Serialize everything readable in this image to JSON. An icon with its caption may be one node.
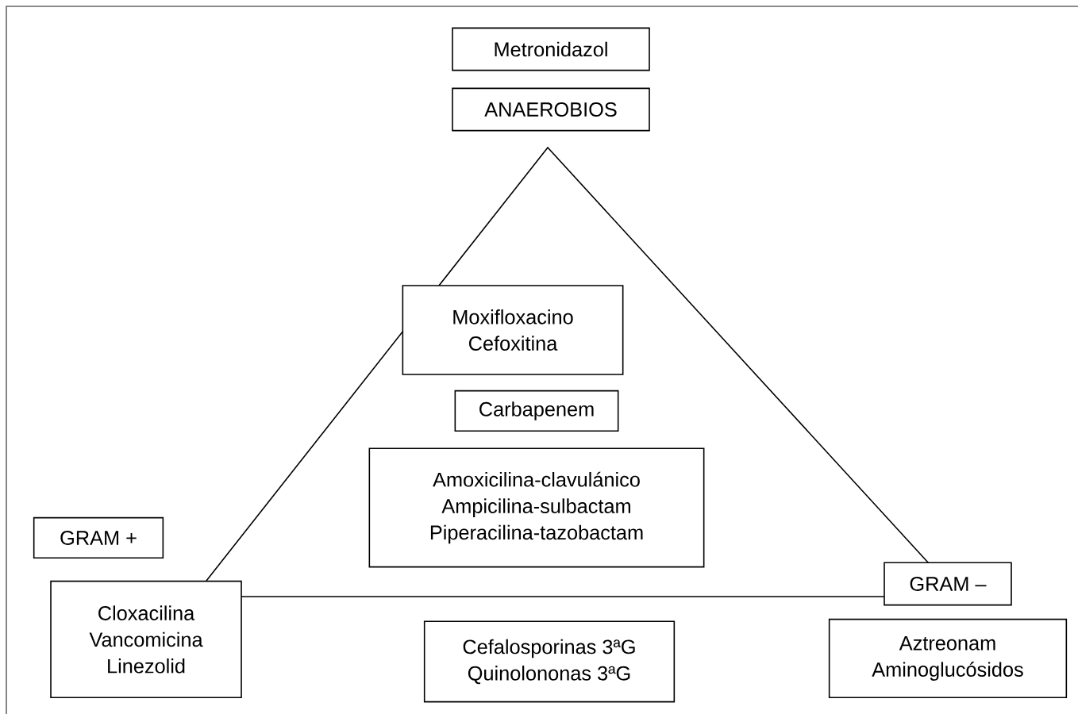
{
  "diagram": {
    "nodes": [
      {
        "text": [
          "Metronidazol"
        ]
      },
      {
        "text": [
          "ANAEROBIOS"
        ]
      },
      {
        "text": [
          "Moxifloxacino",
          "Cefoxitina"
        ]
      },
      {
        "text": [
          "Carbapenem"
        ]
      },
      {
        "text": [
          "Amoxicilina-clavulánico",
          "Ampicilina-sulbactam",
          "Piperacilina-tazobactam"
        ]
      },
      {
        "text": [
          "GRAM +"
        ]
      },
      {
        "text": [
          "Cloxacilina",
          "Vancomicina",
          "Linezolid"
        ]
      },
      {
        "text": [
          "GRAM –"
        ]
      },
      {
        "text": [
          "Cefalosporinas 3ªG",
          "Quinolononas 3ªG"
        ]
      },
      {
        "text": [
          "Aztreonam",
          "Aminoglucósidos"
        ]
      }
    ]
  }
}
